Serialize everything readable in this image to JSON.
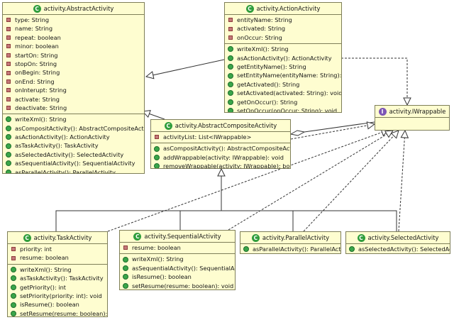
{
  "classes": {
    "abstract_activity": {
      "name": "activity.AbstractActivity",
      "fields": [
        "type: String",
        "name: String",
        "repeat: boolean",
        "minor: boolean",
        "startOn: String",
        "stopOn: String",
        "onBegin: String",
        "onEnd: String",
        "onInterupt: String",
        "activate: String",
        "deactivate: String"
      ],
      "methods": [
        "writeXml(): String",
        "asCompositActivity(): AbstractCompositeActivity",
        "asActionActivity(): ActionActivity",
        "asTaskActivity(): TaskActivity",
        "asSelectedActivity(): SelectedActivity",
        "asSequentialActivity(): SequentialActivity",
        "asParallelActivity(): ParallelActivity"
      ]
    },
    "action_activity": {
      "name": "activity.ActionActivity",
      "fields": [
        "entityName: String",
        "activated: String",
        "onOccur: String"
      ],
      "methods": [
        "writeXml(): String",
        "asActionActivity(): ActionActivity",
        "getEntityName(): String",
        "setEntityName(entityName: String): void",
        "getActivated(): String",
        "setActivated(activated: String): void",
        "getOnOccur(): String",
        "setOnOccur(onOccur: String): void"
      ]
    },
    "iwrappable": {
      "name": "activity.IWrappable",
      "fields": [],
      "methods": []
    },
    "abstract_composite_activity": {
      "name": "activity.AbstractCompositeActivity",
      "fields": [
        "activityList: List<IWrappable>"
      ],
      "methods": [
        "asCompositActivity(): AbstractCompositeActivity",
        "addWrappable(activity: IWrappable): void",
        "removeWrappable(activity: IWrappable): boolean"
      ]
    },
    "task_activity": {
      "name": "activity.TaskActivity",
      "fields": [
        "priority: int",
        "resume: boolean"
      ],
      "methods": [
        "writeXml(): String",
        "asTaskActivity(): TaskActivity",
        "getPriority(): int",
        "setPriority(priority: int): void",
        "isResume(): boolean",
        "setResume(resume: boolean): void"
      ]
    },
    "sequential_activity": {
      "name": "activity.SequentialActivity",
      "fields": [
        "resume: boolean"
      ],
      "methods": [
        "writeXml(): String",
        "asSequentialActivity(): SequentialActivity",
        "isResume(): boolean",
        "setResume(resume: boolean): void"
      ]
    },
    "parallel_activity": {
      "name": "activity.ParallelActivity",
      "fields": [],
      "methods": [
        "asParallelActivity(): ParallelActivity"
      ]
    },
    "selected_activity": {
      "name": "activity.SelectedActivity",
      "fields": [],
      "methods": [
        "asSelectedActivity(): SelectedActivity"
      ]
    }
  },
  "colors": {
    "class_fill": "#fefdd0",
    "class_border": "#7e7e58",
    "class_icon": "#2f9d3c",
    "interface_icon": "#7d56b6",
    "edge": "#222222"
  }
}
